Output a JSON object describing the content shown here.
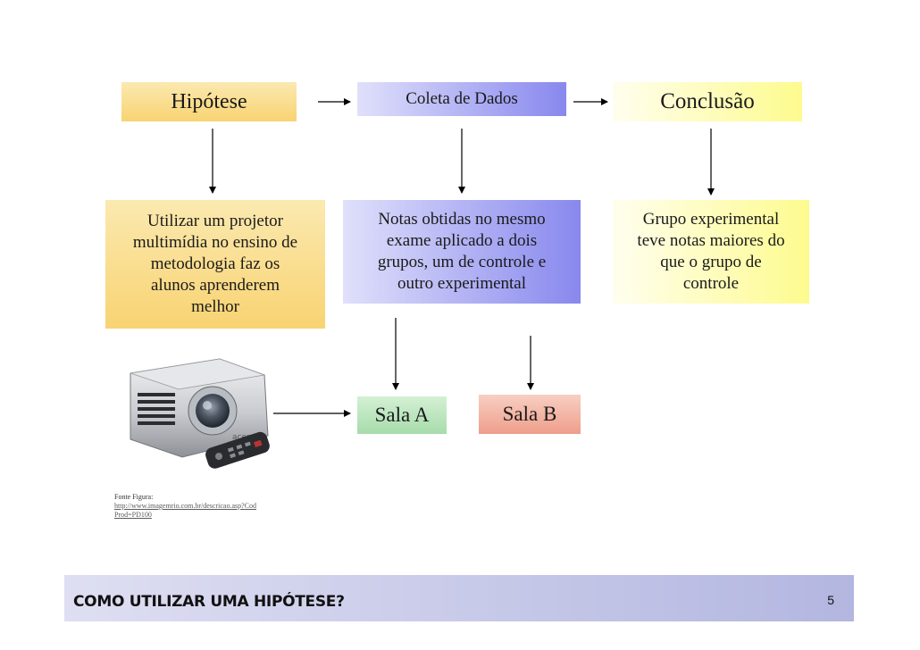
{
  "boxes": {
    "hipotese": "Hipótese",
    "coleta": "Coleta de Dados",
    "conclusao": "Conclusão",
    "hipotese_desc": "Utilizar um projetor\nmultimídia no ensino de\nmetodologia faz os\nalunos aprenderem\nmelhor",
    "coleta_desc": "Notas obtidas no mesmo\nexame aplicado a dois\ngrupos, um de controle e\noutro experimental",
    "conclusao_desc": "Grupo experimental\nteve notas maiores do\nque o grupo de\ncontrole",
    "sala_a": "Sala A",
    "sala_b": "Sala B"
  },
  "source": {
    "label": "Fonte Figura:",
    "link": "http://www.imagemrio.com.br/descricao.asp?CodProd=PD100"
  },
  "footer": {
    "title": "COMO UTILIZAR UMA HIPÓTESE?",
    "page": "5"
  },
  "colors": {
    "orange": "#f8d372",
    "blue": "#8888ee",
    "yellow": "#fdfb8e",
    "green": "#a6dcab",
    "pink": "#ee9e8b",
    "footer": "#b3b6e0"
  },
  "icons": [
    "projector-image",
    "remote-control-image"
  ]
}
